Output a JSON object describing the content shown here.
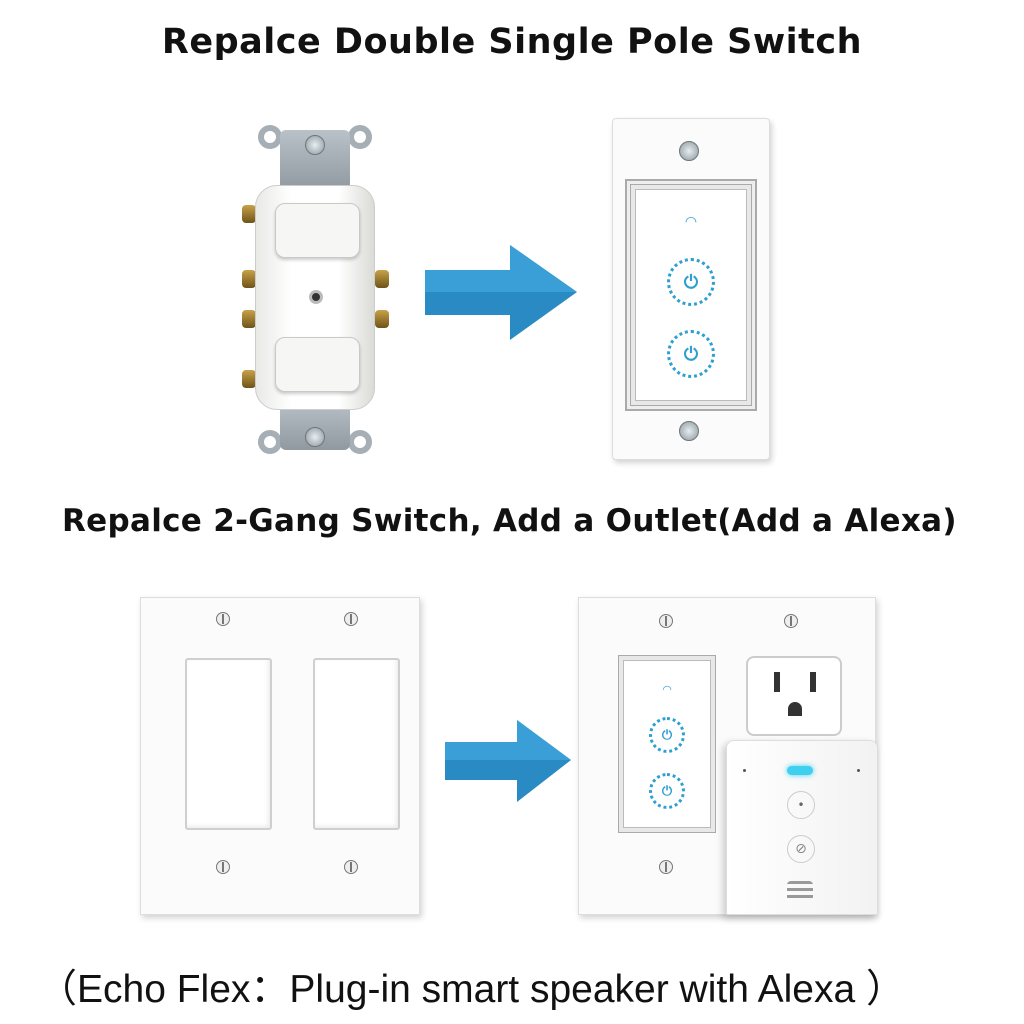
{
  "title": "Repalce Double Single Pole Switch",
  "subtitle": "Repalce 2-Gang Switch, Add a Outlet(Add a Alexa)",
  "caption": "（Echo Flex：Plug-in smart speaker with Alexa ）",
  "colors": {
    "arrow": "#2a8bc4",
    "accent": "#2e9fd0",
    "echo_light": "#3fd0f0"
  },
  "icons": {
    "power": "⏻",
    "wifi": "wifi-icon",
    "mic_off": "⊘",
    "action": "•"
  }
}
